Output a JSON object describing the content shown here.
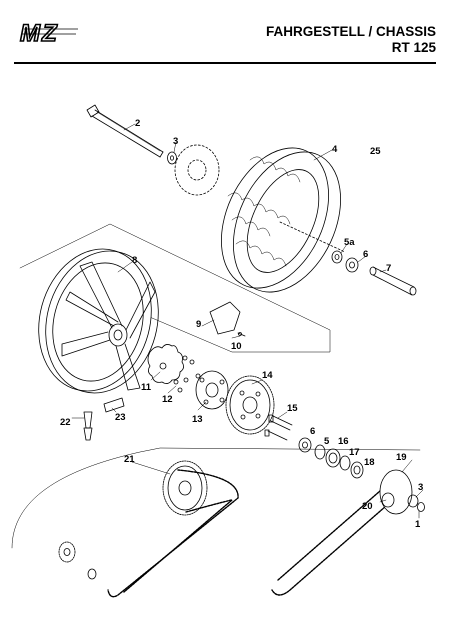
{
  "header": {
    "logo_text": "MZ",
    "title_line1": "FAHRGESTELL / CHASSIS",
    "title_line2": "RT 125"
  },
  "parts": [
    {
      "label": "1"
    },
    {
      "label": "2"
    },
    {
      "label": "3"
    },
    {
      "label": "3"
    },
    {
      "label": "4"
    },
    {
      "label": "5a"
    },
    {
      "label": "5"
    },
    {
      "label": "6"
    },
    {
      "label": "6"
    },
    {
      "label": "7"
    },
    {
      "label": "8"
    },
    {
      "label": "9"
    },
    {
      "label": "10"
    },
    {
      "label": "11"
    },
    {
      "label": "12"
    },
    {
      "label": "13"
    },
    {
      "label": "14"
    },
    {
      "label": "15"
    },
    {
      "label": "16"
    },
    {
      "label": "17"
    },
    {
      "label": "18"
    },
    {
      "label": "19"
    },
    {
      "label": "20"
    },
    {
      "label": "21"
    },
    {
      "label": "22"
    },
    {
      "label": "23"
    },
    {
      "label": "25"
    }
  ],
  "colors": {
    "line": "#000000",
    "background": "#ffffff",
    "rule": "#000000"
  }
}
